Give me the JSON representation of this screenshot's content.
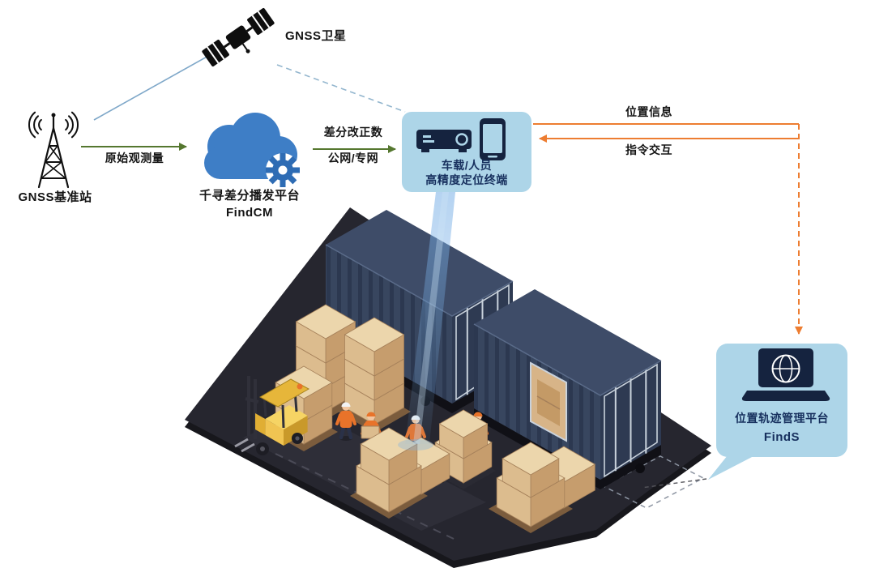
{
  "nodes": {
    "satellite": {
      "label": "GNSS卫星",
      "icon": "satellite-icon"
    },
    "base_station": {
      "label": "GNSS基准站",
      "icon": "radio-tower-icon"
    },
    "cloud_platform": {
      "name": "千寻差分播发平台",
      "product": "FindCM",
      "icon": "cloud-gear-icon"
    },
    "terminal": {
      "line1": "车载/人员",
      "line2": "高精度定位终端",
      "icons": [
        "gnss-receiver-icon",
        "smartphone-icon"
      ]
    },
    "management_platform": {
      "name": "位置轨迹管理平台",
      "product": "FindS",
      "icon": "laptop-globe-icon"
    }
  },
  "edges": {
    "raw_observation": {
      "label": "原始观测量"
    },
    "correction": {
      "label1": "差分改正数",
      "label2": "公网/专网"
    },
    "position_info": {
      "label": "位置信息"
    },
    "command_interaction": {
      "label": "指令交互"
    }
  },
  "colors": {
    "node_fill": "#ADD5E8",
    "text_navy": "#17305E",
    "arrow_green": "#55772F",
    "arrow_orange": "#ED7D31",
    "link_blue": "#85AECB",
    "cloud_blue": "#3E7EC6",
    "container_navy": "#38465F",
    "ground_dark": "#26262F",
    "carton_tan": "#DCBC8E",
    "forklift_yellow": "#F2C94C",
    "beam_blue": "#78AFE6"
  }
}
